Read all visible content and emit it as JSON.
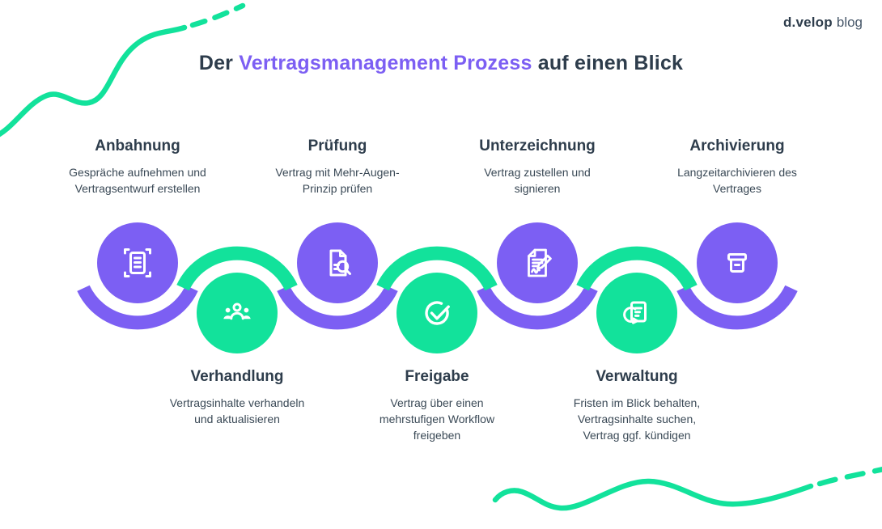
{
  "title": {
    "prefix": "Der ",
    "highlight": "Vertragsmanagement Prozess",
    "suffix": " auf einen Blick"
  },
  "logo": {
    "brand": "d.velop",
    "suffix": "blog"
  },
  "colors": {
    "accent_purple": "#7C5FF3",
    "accent_green": "#12E29B",
    "heading_text": "#2E3D4C",
    "body_text": "#3A4956",
    "background": "#FFFFFF",
    "icon_color": "#FFFFFF"
  },
  "decorations": {
    "top_left": "green-squiggle-line",
    "bottom_right": "green-squiggle-line"
  },
  "steps": [
    {
      "title": "Anbahnung",
      "description": "Gespräche aufnehmen und\nVertragsentwurf erstellen",
      "icon": "scan-document-icon",
      "color": "purple",
      "row": "top"
    },
    {
      "title": "Verhandlung",
      "description": "Vertragsinhalte verhandeln\nund aktualisieren",
      "icon": "team-icon",
      "color": "green",
      "row": "bottom"
    },
    {
      "title": "Prüfung",
      "description": "Vertrag mit Mehr-Augen-\nPrinzip prüfen",
      "icon": "document-search-icon",
      "color": "purple",
      "row": "top"
    },
    {
      "title": "Freigabe",
      "description": "Vertrag über einen\nmehrstufigen Workflow\nfreigeben",
      "icon": "approve-check-icon",
      "color": "green",
      "row": "bottom"
    },
    {
      "title": "Unterzeichnung",
      "description": "Vertrag zustellen und\nsignieren",
      "icon": "sign-contract-icon",
      "color": "purple",
      "row": "top"
    },
    {
      "title": "Verwaltung",
      "description": "Fristen im Blick behalten,\nVertragsinhalte suchen,\nVertrag ggf. kündigen",
      "icon": "document-refresh-icon",
      "color": "green",
      "row": "bottom"
    },
    {
      "title": "Archivierung",
      "description": "Langzeitarchivieren des\nVertrages",
      "icon": "archive-box-icon",
      "color": "purple",
      "row": "top"
    }
  ]
}
